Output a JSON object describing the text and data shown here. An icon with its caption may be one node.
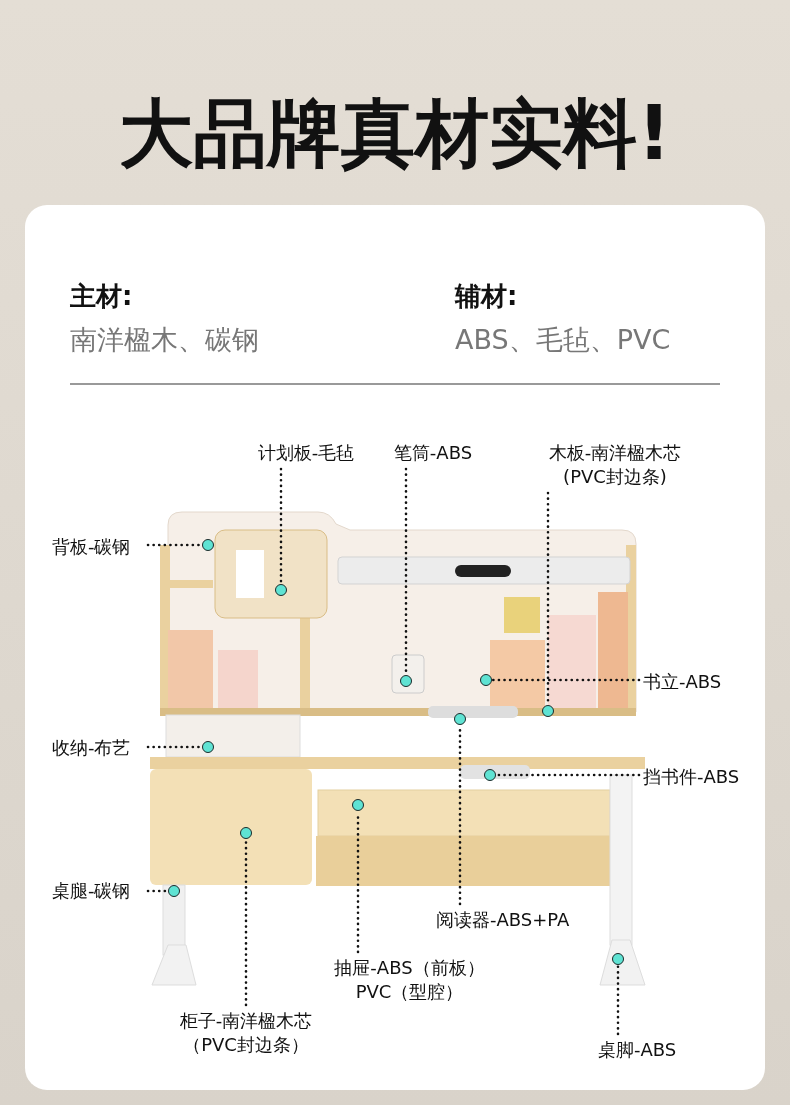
{
  "diagram": {
    "title": "大品牌真材实料!",
    "nodes": [
      {
        "text": [
          "计划板-毛毡"
        ]
      },
      {
        "text": [
          "笔筒-ABS"
        ]
      },
      {
        "text": [
          "木板-南洋楹木芯(PVC封边条)"
        ]
      },
      {
        "text": [
          "背板-碳钢"
        ]
      },
      {
        "text": [
          "书立-ABS"
        ]
      },
      {
        "text": [
          "收纳-布艺"
        ]
      },
      {
        "text": [
          "挡书件-ABS"
        ]
      },
      {
        "text": [
          "桌腿-碳钢"
        ]
      },
      {
        "text": [
          "阅读器-ABS+PA"
        ]
      },
      {
        "text": [
          "抽屉-ABS（前板）PVC（型腔）"
        ]
      },
      {
        "text": [
          "柜子-南洋楹木芯（PVC封边条）"
        ]
      },
      {
        "text": [
          "桌脚-ABS"
        ]
      },
      {
        "text": [],
        "shape": "circle"
      },
      {
        "text": [],
        "shape": "circle"
      },
      {
        "text": [],
        "shape": "circle"
      },
      {
        "text": [],
        "shape": "circle"
      },
      {
        "text": [],
        "shape": "circle"
      },
      {
        "text": [],
        "shape": "circle"
      },
      {
        "text": [],
        "shape": "circle"
      },
      {
        "text": [],
        "shape": "circle"
      },
      {
        "text": [],
        "shape": "circle"
      },
      {
        "text": [],
        "shape": "circle"
      },
      {
        "text": [],
        "shape": "circle"
      },
      {
        "text": [],
        "shape": "circle"
      }
    ],
    "edges": [
      {
        "from": 0,
        "to": 12,
        "arrow": "none",
        "style": "dashed"
      },
      {
        "from": 1,
        "to": 13,
        "arrow": "none",
        "style": "dashed"
      },
      {
        "from": 2,
        "to": 14,
        "arrow": "none",
        "style": "dashed"
      },
      {
        "from": 3,
        "to": 15,
        "arrow": "none",
        "style": "dashed"
      },
      {
        "from": 4,
        "to": 16,
        "arrow": "none",
        "style": "dashed"
      },
      {
        "from": 5,
        "to": 17,
        "arrow": "none",
        "style": "dashed"
      },
      {
        "from": 6,
        "to": 18,
        "arrow": "none",
        "style": "dashed"
      },
      {
        "from": 7,
        "to": 19,
        "arrow": "none",
        "style": "dashed"
      },
      {
        "from": 8,
        "to": 20,
        "arrow": "none",
        "style": "dashed"
      },
      {
        "from": 9,
        "to": 21,
        "arrow": "none",
        "style": "dashed"
      },
      {
        "from": 10,
        "to": 22,
        "arrow": "none",
        "style": "dashed"
      },
      {
        "from": 11,
        "to": 23,
        "arrow": "none",
        "style": "dashed"
      }
    ],
    "labels": [
      "主材:",
      "辅材:",
      "南洋楹木、碳钢",
      "ABS、毛毡、PVC"
    ]
  }
}
